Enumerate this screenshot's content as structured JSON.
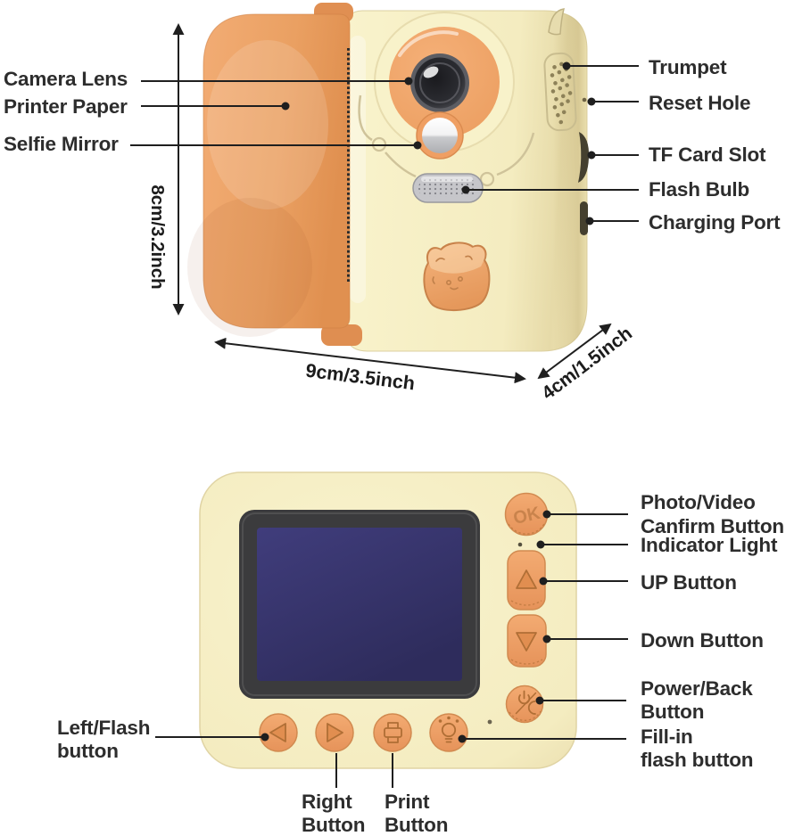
{
  "front_view": {
    "left_labels": {
      "camera_lens": "Camera Lens",
      "printer_paper": "Printer Paper",
      "selfie_mirror": "Selfie Mirror"
    },
    "right_labels": {
      "trumpet": "Trumpet",
      "reset_hole": "Reset Hole",
      "tf_card_slot": "TF Card Slot",
      "flash_bulb": "Flash Bulb",
      "charging_port": "Charging Port"
    },
    "dimensions": {
      "height": "8cm/3.2inch",
      "width": "9cm/3.5inch",
      "depth": "4cm/1.5inch"
    }
  },
  "back_view": {
    "ok_button_text": "OK",
    "labels": {
      "confirm_line1": "Photo/Video",
      "confirm_line2": "Canfirm Button",
      "indicator": "Indicator Light",
      "up": "UP Button",
      "down": "Down Button",
      "power_line1": "Power/Back",
      "power_line2": "Button",
      "fill_line1": "Fill-in",
      "fill_line2": "flash button",
      "left_line1": "Left/Flash",
      "left_line2": "button",
      "right_line1": "Right",
      "right_line2": "Button",
      "print_line1": "Print",
      "print_line2": "Button"
    }
  },
  "colors": {
    "body_orange": "#EDA266",
    "body_cream": "#F6EFC6",
    "screen_navy": "#38356B",
    "annotation_line": "#1f1f1f"
  }
}
